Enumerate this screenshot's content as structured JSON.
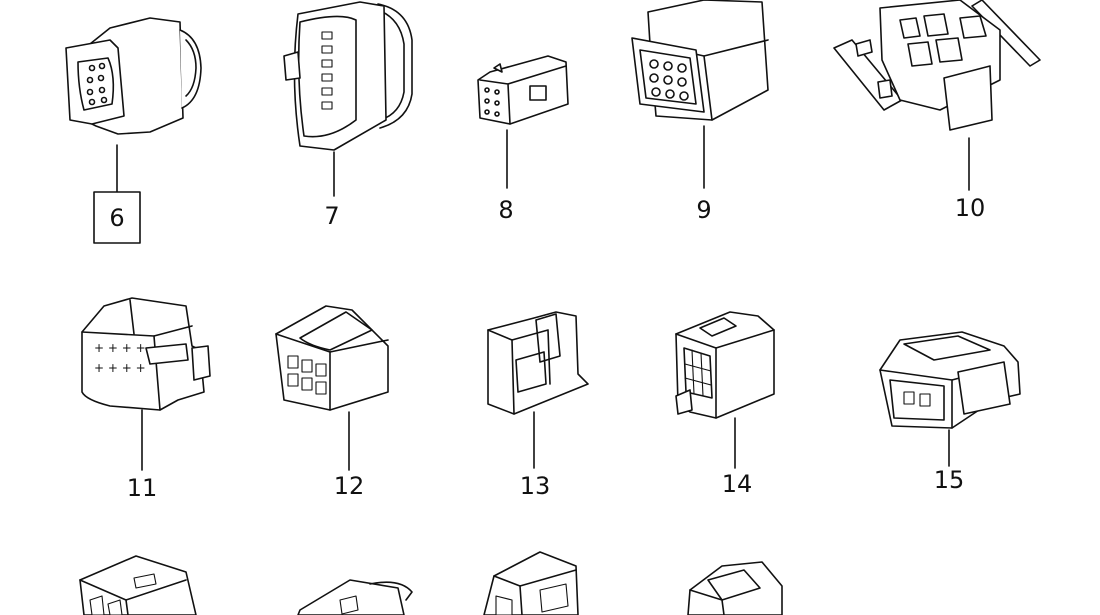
{
  "diagram": {
    "highlight_color": "#f2838b",
    "highlighted_part": "6",
    "parts": [
      {
        "id": "p6",
        "label": "6",
        "icon": "round-connector-housing-icon"
      },
      {
        "id": "p7",
        "label": "7",
        "icon": "flat-multi-pin-connector-icon"
      },
      {
        "id": "p8",
        "label": "8",
        "icon": "small-6-pin-connector-icon"
      },
      {
        "id": "p9",
        "label": "9",
        "icon": "sealed-connector-housing-icon"
      },
      {
        "id": "p10",
        "label": "10",
        "icon": "relay-carrier-bracket-icon"
      },
      {
        "id": "p11",
        "label": "11",
        "icon": "8-pin-connector-icon"
      },
      {
        "id": "p12",
        "label": "12",
        "icon": "6-pin-latch-connector-icon"
      },
      {
        "id": "p13",
        "label": "13",
        "icon": "open-frame-connector-icon"
      },
      {
        "id": "p14",
        "label": "14",
        "icon": "grid-connector-icon"
      },
      {
        "id": "p15",
        "label": "15",
        "icon": "2-pin-connector-icon"
      }
    ]
  }
}
